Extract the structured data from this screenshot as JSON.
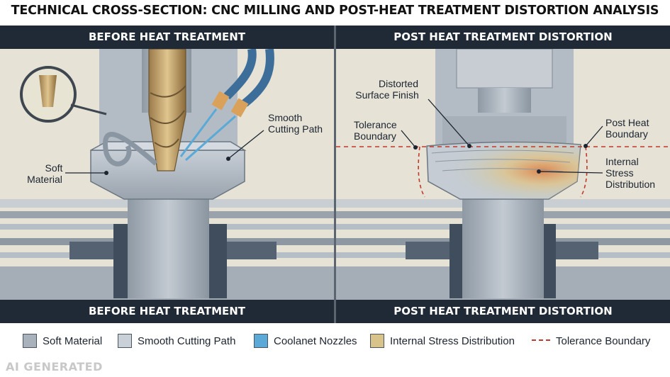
{
  "title": "TECHNICAL CROSS-SECTION: CNC MILLING AND POST-HEAT TREATMENT DISTORTION ANALYSIS",
  "left_panel": {
    "header": "BEFORE HEAT TREATMENT",
    "footer": "BEFORE HEAT TREATMENT",
    "labels": {
      "soft_material": [
        "Soft",
        "Material"
      ],
      "smooth_cutting_path": [
        "Smooth",
        "Cutting Path"
      ]
    }
  },
  "right_panel": {
    "header": "POST HEAT TREATMENT DISTORTION",
    "footer": "POST HEAT TREATMENT DISTORTION",
    "labels": {
      "distorted_surface": [
        "Distorted",
        "Surface Finish"
      ],
      "tolerance_boundary": [
        "Tolerance",
        "Boundary"
      ],
      "post_heat_boundary": [
        "Post Heat",
        "Boundary"
      ],
      "internal_stress": [
        "Internal",
        "Stress",
        "Distribution"
      ]
    }
  },
  "legend": [
    {
      "label": "Soft Material",
      "color": "#a9b2bc"
    },
    {
      "label": "Smooth Cutting Path",
      "color": "#c9d0d8"
    },
    {
      "label": "Coolanet Nozzles",
      "color": "#5aa9d6"
    },
    {
      "label": "Internal Stress Distribution",
      "color": "#d8c48a"
    },
    {
      "label": "Tolerance Boundary",
      "color": "#c0392b"
    }
  ],
  "watermark": "AI GENERATED"
}
